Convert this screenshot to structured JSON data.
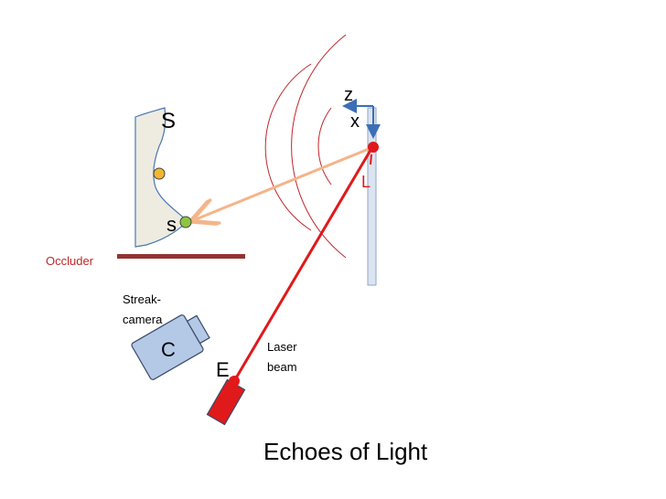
{
  "title": "Echoes of Light",
  "labels": {
    "scene": "S",
    "scene_point": "s",
    "wall_point": "L",
    "camera": "C",
    "emitter": "E",
    "axis_z": "z",
    "axis_x": "x",
    "occluder": "Occluder",
    "streak_camera_line1": "Streak-",
    "streak_camera_line2": "camera",
    "laser_line1": "Laser",
    "laser_line2": "beam"
  },
  "colors": {
    "laser": "#e0191b",
    "reflected_ray": "#f5b48a",
    "wave": "#c0262a",
    "scene_fill": "#eeebe1",
    "scene_edge": "#4a78b0",
    "point_orange": "#f2b731",
    "point_green": "#8cc63f",
    "wall_fill": "#dbe4ef",
    "wall_edge": "#8ea6c5",
    "camera_fill": "#b4c9e6",
    "camera_edge": "#3a4b6a",
    "occluder": "#943232",
    "axis": "#3b6fb6",
    "occluder_text": "#c0262a"
  }
}
